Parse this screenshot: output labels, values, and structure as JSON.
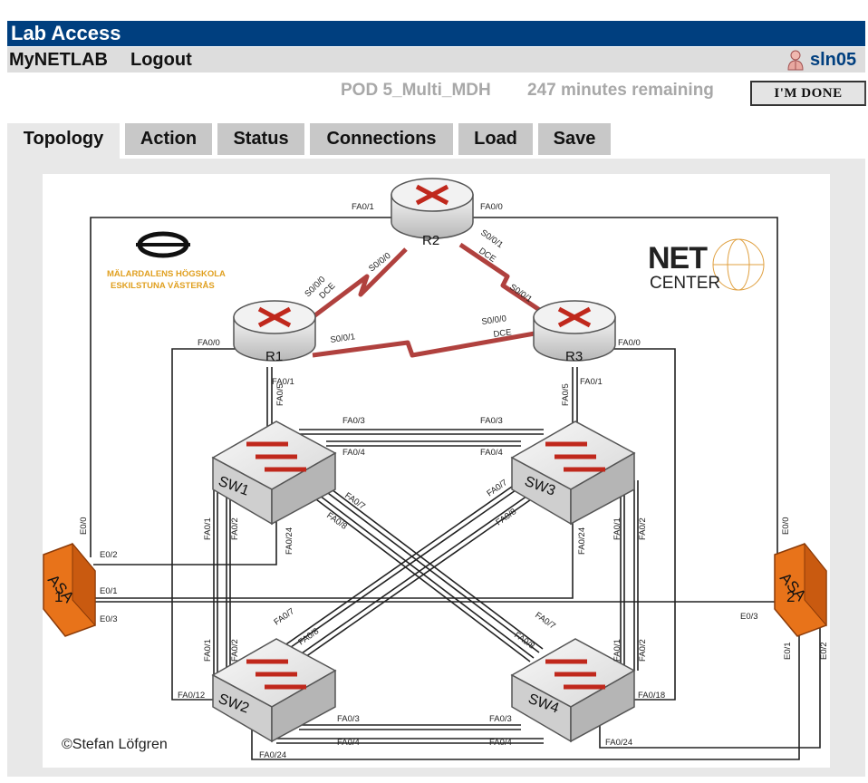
{
  "header": {
    "title": "Lab Access"
  },
  "nav": {
    "mynetlab": "MyNETLAB",
    "logout": "Logout",
    "username": "sln05"
  },
  "session": {
    "pod": "POD 5_Multi_MDH",
    "time_remaining": "247 minutes remaining",
    "done_label": "I'M DONE"
  },
  "tabs": [
    "Topology",
    "Action",
    "Status",
    "Connections",
    "Load",
    "Save"
  ],
  "active_tab": "Topology",
  "topology": {
    "logos": {
      "university": [
        "MÄLARDALENS HÖGSKOLA",
        "ESKILSTUNA VÄSTERÅS"
      ],
      "netcenter": [
        "NET",
        "CENTER"
      ]
    },
    "copyright": "©Stefan Löfgren",
    "devices": {
      "r1": "R1",
      "r2": "R2",
      "r3": "R3",
      "sw1": "SW1",
      "sw2": "SW2",
      "sw3": "SW3",
      "sw4": "SW4",
      "asa1": [
        "ASA",
        "1"
      ],
      "asa2": [
        "ASA",
        "2"
      ]
    },
    "port_labels": {
      "r2_fa01": "FA0/1",
      "r2_fa00": "FA0/0",
      "r2_s000": "S0/0/0",
      "r2_s001": "S0/0/1",
      "dce": "DCE",
      "r1_s000": "S0/0/0",
      "r1_s001": "S0/0/1",
      "r1_fa00": "FA0/0",
      "r1_fa01": "FA0/1",
      "r3_s001": "S0/0/1",
      "r3_s000": "S0/0/0",
      "r3_fa00": "FA0/0",
      "r3_fa01": "FA0/1",
      "sw1_fa05": "FA0/5",
      "sw1_fa03": "FA0/3",
      "sw1_fa04": "FA0/4",
      "sw1_fa07": "FA0/7",
      "sw1_fa08": "FA0/8",
      "sw1_fa01": "FA0/1",
      "sw1_fa02": "FA0/2",
      "sw1_fa024": "FA0/24",
      "sw3_fa05": "FA0/5",
      "sw3_fa03": "FA0/3",
      "sw3_fa04": "FA0/4",
      "sw3_fa07": "FA0/7",
      "sw3_fa08": "FA0/8",
      "sw3_fa024": "FA0/24",
      "sw3_fa01": "FA0/1",
      "sw3_fa02": "FA0/2",
      "sw2_fa07": "FA0/7",
      "sw2_fa08": "FA0/8",
      "sw2_fa01": "FA0/1",
      "sw2_fa02": "FA0/2",
      "sw2_fa012": "FA0/12",
      "sw2_fa03": "FA0/3",
      "sw2_fa04": "FA0/4",
      "sw2_fa024": "FA0/24",
      "sw4_fa07": "FA0/7",
      "sw4_fa08": "FA0/8",
      "sw4_fa01": "FA0/1",
      "sw4_fa02": "FA0/2",
      "sw4_fa018": "FA0/18",
      "sw4_fa03": "FA0/3",
      "sw4_fa04": "FA0/4",
      "sw4_fa024": "FA0/24",
      "asa1_e00": "E0/0",
      "asa1_e02": "E0/2",
      "asa1_e01": "E0/1",
      "asa1_e03": "E0/3",
      "asa2_e00": "E0/0",
      "asa2_e03": "E0/3",
      "asa2_e01": "E0/1",
      "asa2_e02": "E0/2"
    }
  },
  "colors": {
    "title_bar": "#003f7f",
    "serial_link": "#b0413e",
    "router_arrow": "#c0281c",
    "asa": "#e8731a",
    "university_logo": "#e0a020"
  }
}
